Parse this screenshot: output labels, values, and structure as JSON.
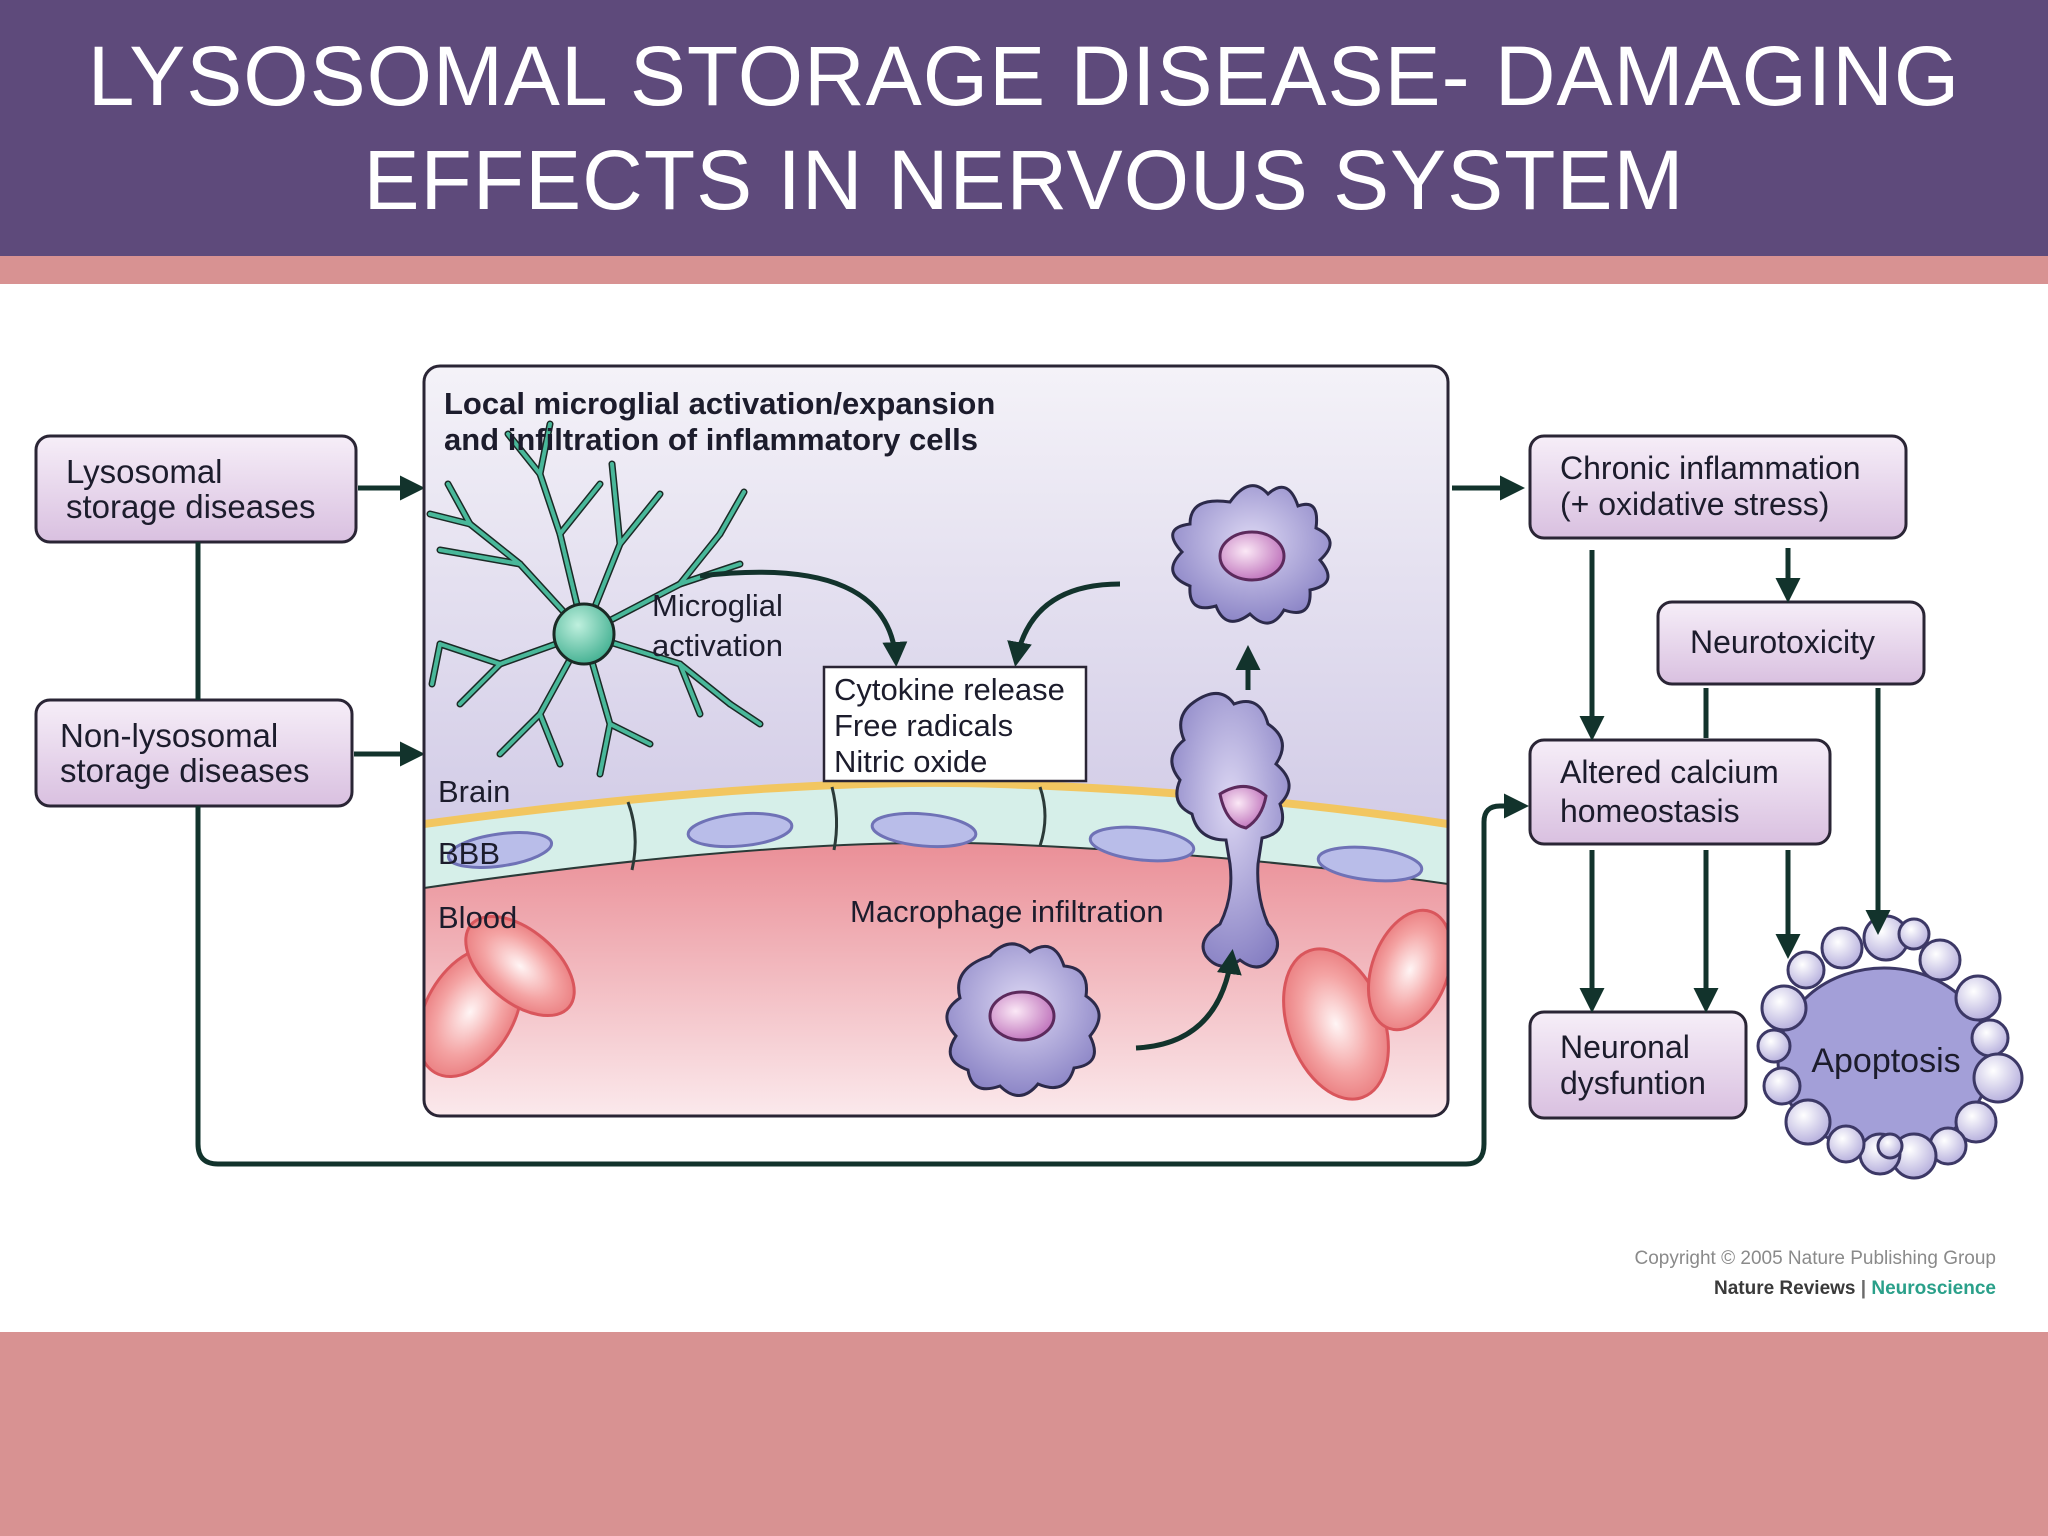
{
  "slide": {
    "title_line_1": "LYSOSOMAL STORAGE DISEASE- DAMAGING",
    "title_line_2": "EFFECTS IN NERVOUS SYSTEM"
  },
  "colors": {
    "header_bg": "#5e4a7b",
    "accent_band": "#d89292",
    "box_fill": "#e6d2ea",
    "box_stroke": "#2a2535",
    "arrow": "#12332c",
    "microglia": "#49b89a",
    "macrophage": "#8d86c7",
    "red_cell": "#ee8c8c",
    "bbb_cell": "#d6efe9",
    "membrane": "#f2c660"
  },
  "diagram": {
    "left_boxes": [
      {
        "line1": "Lysosomal",
        "line2": "storage diseases"
      },
      {
        "line1": "Non-lysosomal",
        "line2": "storage diseases"
      }
    ],
    "center": {
      "title_line1": "Local microglial activation/expansion",
      "title_line2": "and infiltration of inflammatory cells",
      "microglia_line1": "Microglial",
      "microglia_line2": "activation",
      "release_lines": [
        "Cytokine release",
        "Free radicals",
        "Nitric oxide"
      ],
      "zone_brain": "Brain",
      "zone_bbb": "BBB",
      "zone_blood": "Blood",
      "macrophage_label": "Macrophage infiltration"
    },
    "right_boxes": {
      "chronic_line1": "Chronic inflammation",
      "chronic_line2": "(+ oxidative stress)",
      "neurotoxicity": "Neurotoxicity",
      "calcium_line1": "Altered calcium",
      "calcium_line2": "homeostasis",
      "neuronal_line1": "Neuronal",
      "neuronal_line2": "dysfuntion",
      "apoptosis": "Apoptosis"
    },
    "credits": {
      "copyright": "Copyright © 2005 Nature Publishing Group",
      "journal": "Nature Reviews",
      "separator": "|",
      "section": "Neuroscience"
    }
  }
}
